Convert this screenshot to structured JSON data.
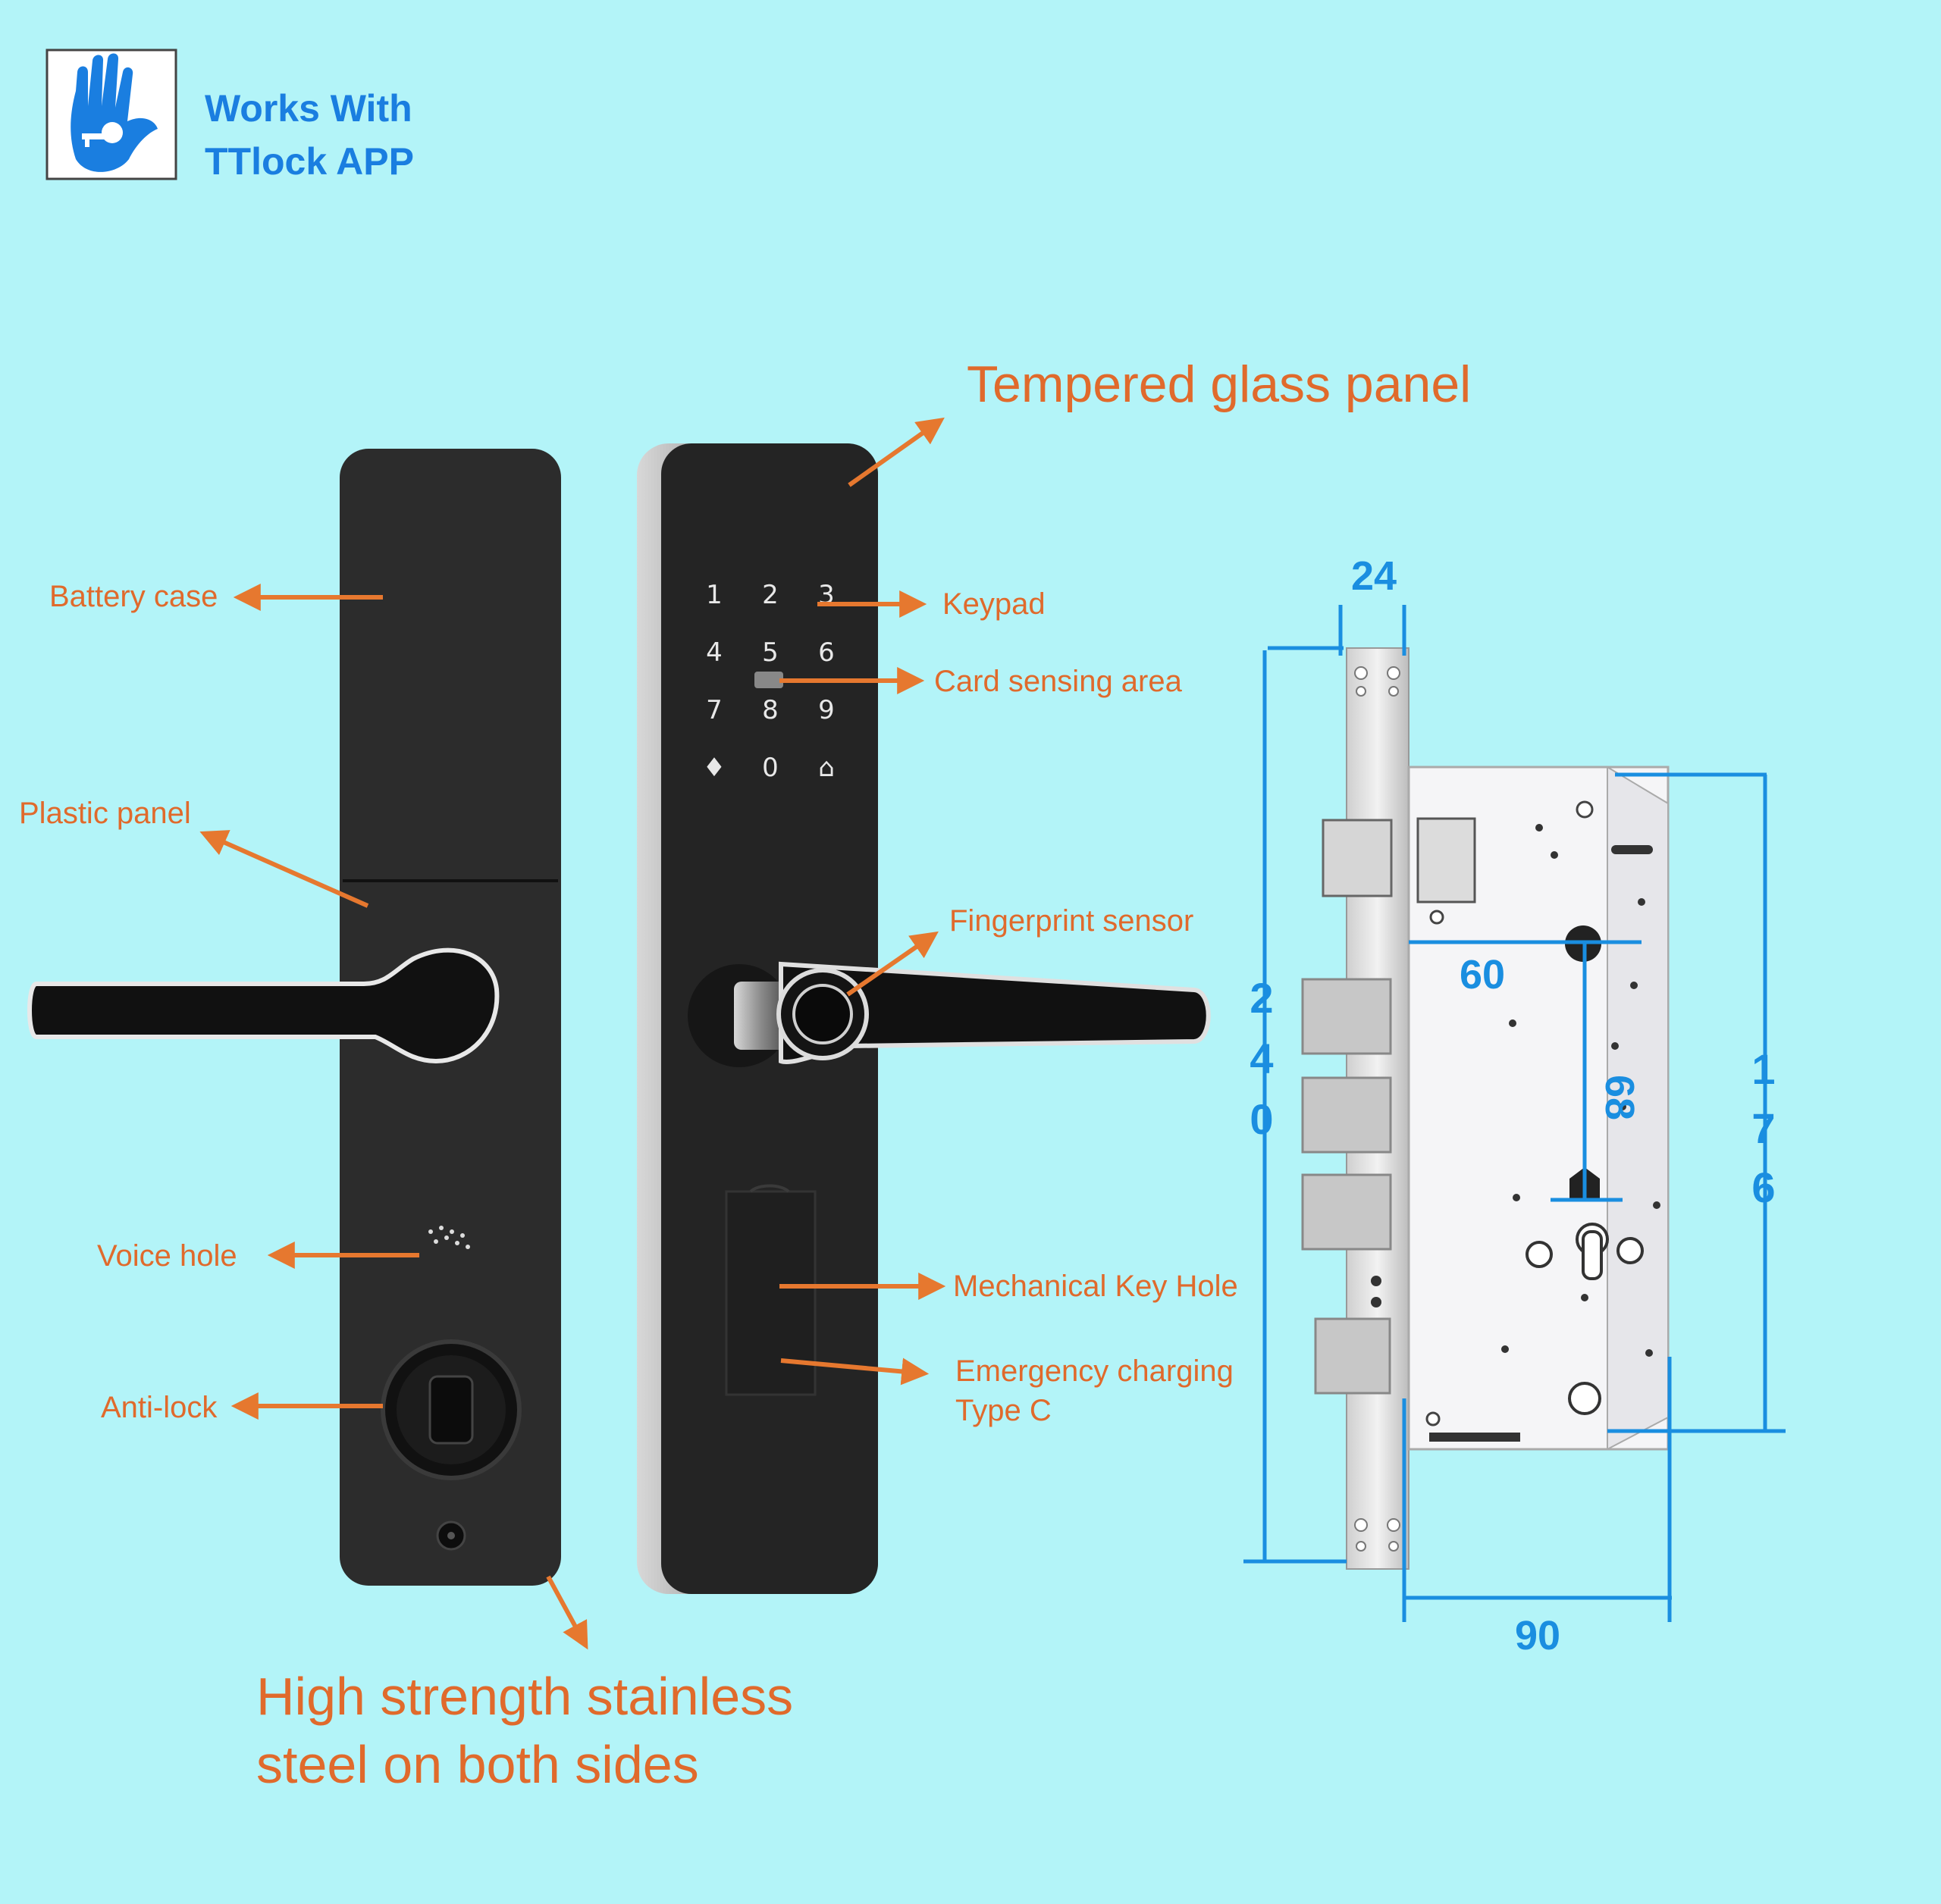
{
  "badge": {
    "line1": "Works With",
    "line2": "TTlock APP",
    "icon": "hand-key-icon"
  },
  "labels": {
    "tempered_glass": "Tempered glass panel",
    "battery_case": "Battery case",
    "keypad": "Keypad",
    "card_sensing": "Card sensing area",
    "plastic_panel": "Plastic panel",
    "fingerprint": "Fingerprint sensor",
    "voice_hole": "Voice hole",
    "mech_key": "Mechanical Key Hole",
    "emergency_line1": "Emergency charging",
    "emergency_line2": "Type C",
    "anti_lock": "Anti-lock",
    "steel_line1": "High strength stainless",
    "steel_line2": "steel on both sides"
  },
  "keypad_keys": [
    "1",
    "2",
    "3",
    "4",
    "5",
    "6",
    "7",
    "8",
    "9",
    "♦",
    "0",
    "⌂"
  ],
  "dimensions": {
    "width_top": "24",
    "height_left_digits": [
      "2",
      "4",
      "0"
    ],
    "height_right_digits": [
      "1",
      "7",
      "6"
    ],
    "backset": "60",
    "center_distance": "68",
    "body_width": "90"
  },
  "colors": {
    "background": "#b3f4f8",
    "label": "#e06a2c",
    "dimension": "#1a8ee0",
    "lock_body": "#2b2b2b"
  }
}
